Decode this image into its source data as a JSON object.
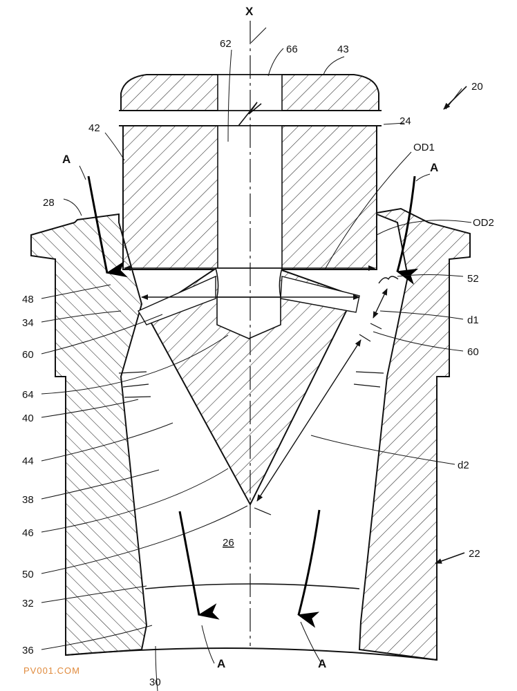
{
  "figure": {
    "axis_label": "X",
    "flow_label": "A",
    "refs": {
      "r20": "20",
      "r22": "22",
      "r24": "24",
      "r26": "26",
      "r28": "28",
      "r30": "30",
      "r32": "32",
      "r34": "34",
      "r36": "36",
      "r38": "38",
      "r40": "40",
      "r42": "42",
      "r43": "43",
      "r44": "44",
      "r46": "46",
      "r48": "48",
      "r50": "50",
      "r52": "52",
      "r60a": "60",
      "r60b": "60",
      "r62": "62",
      "r64": "64",
      "r66": "66"
    },
    "dims": {
      "od1": "OD1",
      "od2": "OD2",
      "d1": "d1",
      "d2": "d2"
    },
    "watermark": "PV001.COM",
    "colors": {
      "line": "#111111",
      "hatch": "#222222",
      "watermark": "#e08a3c"
    }
  }
}
